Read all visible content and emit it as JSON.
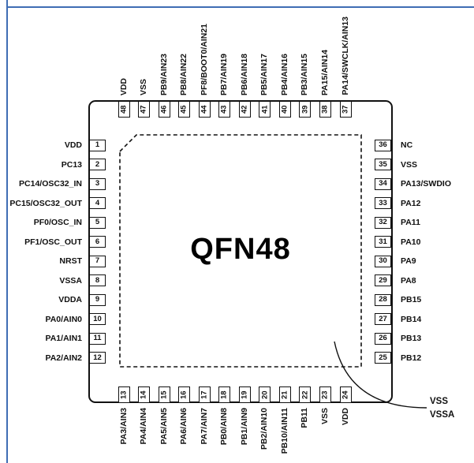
{
  "package": {
    "name": "QFN48"
  },
  "annotation": {
    "line1": "VSS",
    "line2": "VSSA"
  },
  "colors": {
    "frame_blue": "#3f6db4",
    "ink": "#111111"
  },
  "pins": {
    "left": [
      {
        "n": "1",
        "label": "VDD"
      },
      {
        "n": "2",
        "label": "PC13"
      },
      {
        "n": "3",
        "label": "PC14/OSC32_IN"
      },
      {
        "n": "4",
        "label": "PC15/OSC32_OUT"
      },
      {
        "n": "5",
        "label": "PF0/OSC_IN"
      },
      {
        "n": "6",
        "label": "PF1/OSC_OUT"
      },
      {
        "n": "7",
        "label": "NRST"
      },
      {
        "n": "8",
        "label": "VSSA"
      },
      {
        "n": "9",
        "label": "VDDA"
      },
      {
        "n": "10",
        "label": "PA0/AIN0"
      },
      {
        "n": "11",
        "label": "PA1/AIN1"
      },
      {
        "n": "12",
        "label": "PA2/AIN2"
      }
    ],
    "bottom": [
      {
        "n": "13",
        "label": "PA3/AIN3"
      },
      {
        "n": "14",
        "label": "PA4/AIN4"
      },
      {
        "n": "15",
        "label": "PA5/AIN5"
      },
      {
        "n": "16",
        "label": "PA6/AIN6"
      },
      {
        "n": "17",
        "label": "PA7/AIN7"
      },
      {
        "n": "18",
        "label": "PB0/AIN8"
      },
      {
        "n": "19",
        "label": "PB1/AIN9"
      },
      {
        "n": "20",
        "label": "PB2/AIN10"
      },
      {
        "n": "21",
        "label": "PB10/AIN11"
      },
      {
        "n": "22",
        "label": "PB11"
      },
      {
        "n": "23",
        "label": "VSS"
      },
      {
        "n": "24",
        "label": "VDD"
      }
    ],
    "right": [
      {
        "n": "36",
        "label": "NC"
      },
      {
        "n": "35",
        "label": "VSS"
      },
      {
        "n": "34",
        "label": "PA13/SWDIO"
      },
      {
        "n": "33",
        "label": "PA12"
      },
      {
        "n": "32",
        "label": "PA11"
      },
      {
        "n": "31",
        "label": "PA10"
      },
      {
        "n": "30",
        "label": "PA9"
      },
      {
        "n": "29",
        "label": "PA8"
      },
      {
        "n": "28",
        "label": "PB15"
      },
      {
        "n": "27",
        "label": "PB14"
      },
      {
        "n": "26",
        "label": "PB13"
      },
      {
        "n": "25",
        "label": "PB12"
      }
    ],
    "top": [
      {
        "n": "48",
        "label": "VDD"
      },
      {
        "n": "47",
        "label": "VSS"
      },
      {
        "n": "46",
        "label": "PB9/AIN23"
      },
      {
        "n": "45",
        "label": "PB8/AIN22"
      },
      {
        "n": "44",
        "label": "PF8/BOOT0/AIN21"
      },
      {
        "n": "43",
        "label": "PB7/AIN19"
      },
      {
        "n": "42",
        "label": "PB6/AIN18"
      },
      {
        "n": "41",
        "label": "PB5/AIN17"
      },
      {
        "n": "40",
        "label": "PB4/AIN16"
      },
      {
        "n": "39",
        "label": "PB3/AIN15"
      },
      {
        "n": "38",
        "label": "PA15/AIN14"
      },
      {
        "n": "37",
        "label": "PA14/SWCLK/AIN13"
      }
    ]
  }
}
